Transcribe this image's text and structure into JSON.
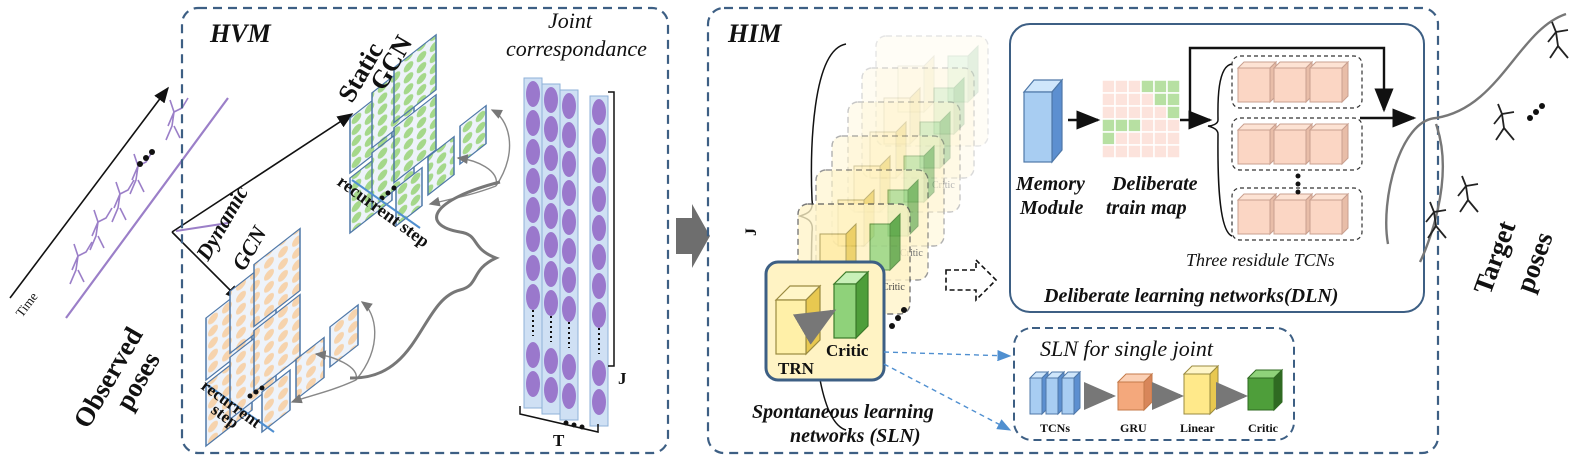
{
  "observed": {
    "time_label": "Time",
    "title_line1": "Observed",
    "title_line2": "poses"
  },
  "hvm": {
    "title": "HVM",
    "static_line1": "Static",
    "static_line2": "GCN",
    "dynamic_line1": "Dynamic",
    "dynamic_line2": "GCN",
    "recurrent_static": "recurrent step",
    "recurrent_dynamic_line1": "recurrent",
    "recurrent_dynamic_line2": "step",
    "joint_line1": "Joint",
    "joint_line2": "correspondance",
    "j_label": "J",
    "t_label": "T"
  },
  "him": {
    "title": "HIM",
    "j_label": "J",
    "trn_label": "TRN",
    "critic_label": "Critic",
    "critic_small": "Critic",
    "sln_line1": "Spontaneous learning",
    "sln_line2": "networks (SLN)"
  },
  "dln": {
    "memory_line1": "Memory",
    "memory_line2": "Module",
    "deliberate_line1": "Deliberate",
    "deliberate_line2": "train map",
    "residue_label": "Three residule TCNs",
    "title": "Deliberate learning networks(DLN)"
  },
  "sln_single": {
    "title": "SLN  for single joint",
    "tcns": "TCNs",
    "gru": "GRU",
    "linear": "Linear",
    "critic": "Critic"
  },
  "target": {
    "line1": "Target",
    "line2": "poses"
  },
  "colors": {
    "frame": "#3d5f84",
    "node_orange": "#f6d3ad",
    "node_green": "#a5d88a",
    "node_purple": "#9a78cc",
    "panel_blue": "#cfe0f4",
    "trn_yellow": "#fff0a8",
    "critic_green": "#8fd27a",
    "pose_purple": "#9b7fc8"
  }
}
